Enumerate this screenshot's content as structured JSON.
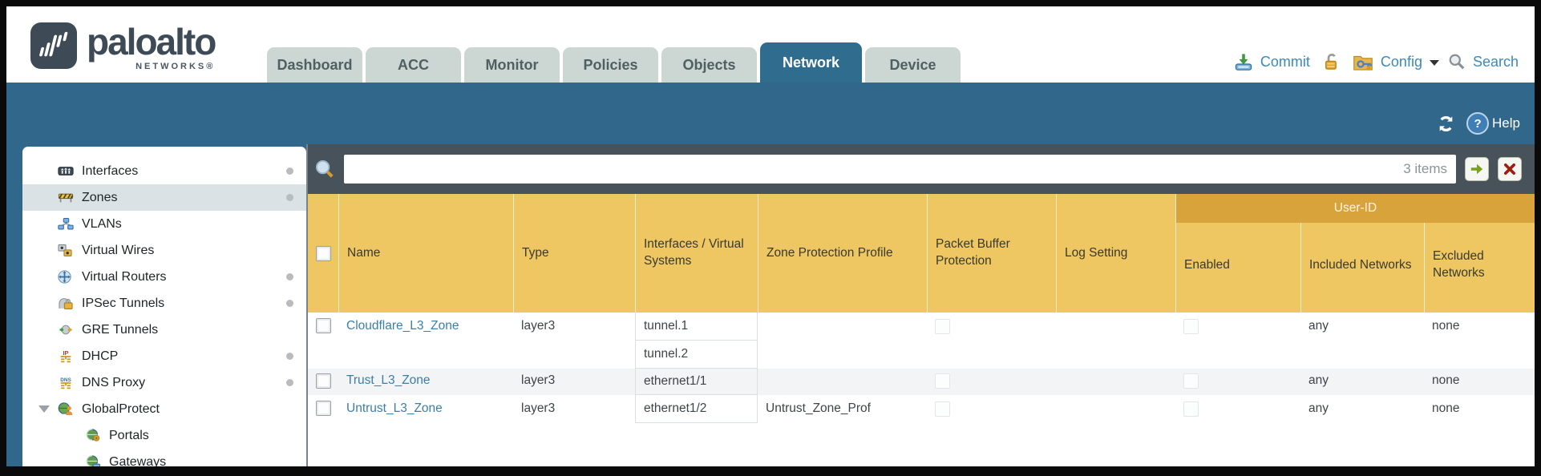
{
  "header": {
    "logo": {
      "brand": "paloalto",
      "sub": "NETWORKS®"
    },
    "tabs": [
      {
        "label": "Dashboard",
        "active": false
      },
      {
        "label": "ACC",
        "active": false
      },
      {
        "label": "Monitor",
        "active": false
      },
      {
        "label": "Policies",
        "active": false
      },
      {
        "label": "Objects",
        "active": false
      },
      {
        "label": "Network",
        "active": true
      },
      {
        "label": "Device",
        "active": false
      }
    ],
    "actions": {
      "commit": "Commit",
      "config": "Config",
      "search": "Search"
    }
  },
  "band": {
    "help": "Help"
  },
  "filter": {
    "value": "",
    "count": "3 items"
  },
  "sidebar": {
    "items": [
      {
        "label": "Interfaces",
        "icon": "interfaces-icon",
        "dot": true,
        "selected": false
      },
      {
        "label": "Zones",
        "icon": "zones-icon",
        "dot": true,
        "selected": true
      },
      {
        "label": "VLANs",
        "icon": "vlans-icon",
        "dot": false,
        "selected": false
      },
      {
        "label": "Virtual Wires",
        "icon": "virtual-wires-icon",
        "dot": false,
        "selected": false
      },
      {
        "label": "Virtual Routers",
        "icon": "virtual-routers-icon",
        "dot": true,
        "selected": false
      },
      {
        "label": "IPSec Tunnels",
        "icon": "ipsec-tunnels-icon",
        "dot": true,
        "selected": false
      },
      {
        "label": "GRE Tunnels",
        "icon": "gre-tunnels-icon",
        "dot": false,
        "selected": false
      },
      {
        "label": "DHCP",
        "icon": "dhcp-icon",
        "dot": true,
        "selected": false
      },
      {
        "label": "DNS Proxy",
        "icon": "dns-proxy-icon",
        "dot": true,
        "selected": false
      },
      {
        "label": "GlobalProtect",
        "icon": "globalprotect-icon",
        "dot": false,
        "selected": false,
        "expanded": true
      },
      {
        "label": "Portals",
        "icon": "portals-icon",
        "dot": false,
        "selected": false,
        "child": true
      },
      {
        "label": "Gateways",
        "icon": "gateways-icon",
        "dot": false,
        "selected": false,
        "child": true
      }
    ]
  },
  "table": {
    "group_header": "User-ID",
    "columns": [
      "Name",
      "Type",
      "Interfaces / Virtual Systems",
      "Zone Protection Profile",
      "Packet Buffer Protection",
      "Log Setting",
      "Enabled",
      "Included Networks",
      "Excluded Networks"
    ],
    "rows": [
      {
        "name": "Cloudflare_L3_Zone",
        "type": "layer3",
        "interfaces": [
          "tunnel.1",
          "tunnel.2"
        ],
        "zone_protection_profile": "",
        "log_setting": "",
        "included": "any",
        "excluded": "none"
      },
      {
        "name": "Trust_L3_Zone",
        "type": "layer3",
        "interfaces": [
          "ethernet1/1"
        ],
        "zone_protection_profile": "",
        "log_setting": "",
        "included": "any",
        "excluded": "none"
      },
      {
        "name": "Untrust_L3_Zone",
        "type": "layer3",
        "interfaces": [
          "ethernet1/2"
        ],
        "zone_protection_profile": "Untrust_Zone_Prof",
        "log_setting": "",
        "included": "any",
        "excluded": "none"
      }
    ]
  },
  "colors": {
    "teal": "#31678a",
    "header_gold": "#eec763",
    "group_gold": "#d9a33c",
    "filter_gray": "#47525b",
    "link_blue": "#3c7fa4",
    "action_blue": "#3d89b8"
  }
}
